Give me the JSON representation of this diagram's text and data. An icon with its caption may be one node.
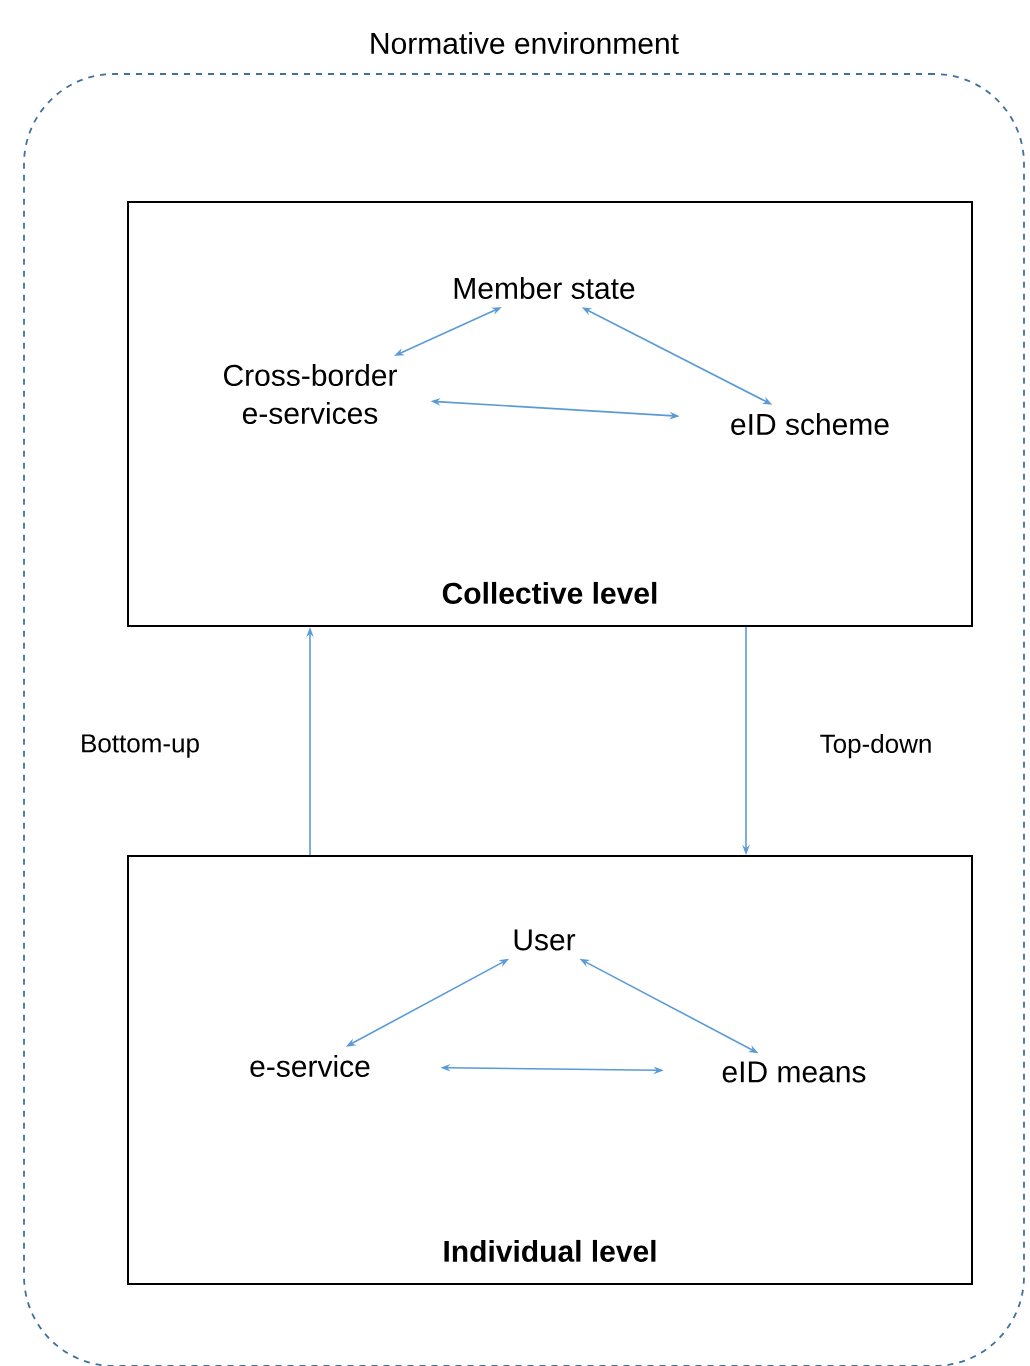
{
  "diagram": {
    "nodes": [
      {
        "text": [
          "Normative environment"
        ]
      },
      {
        "text": [
          "Collective level"
        ],
        "in": 0
      },
      {
        "text": [
          "Member state"
        ],
        "in": 1
      },
      {
        "text": [
          "Cross-border e-services"
        ],
        "in": 1
      },
      {
        "text": [
          "eID scheme"
        ],
        "in": 1
      },
      {
        "text": [
          "Individual level"
        ],
        "in": 0
      },
      {
        "text": [
          "User"
        ],
        "in": 5
      },
      {
        "text": [
          "e-service"
        ],
        "in": 5
      },
      {
        "text": [
          "eID means"
        ],
        "in": 5
      }
    ],
    "edges": [
      {
        "from": 2,
        "to": 3,
        "arrow": "both"
      },
      {
        "from": 2,
        "to": 4,
        "arrow": "both"
      },
      {
        "from": 3,
        "to": 4,
        "arrow": "both"
      },
      {
        "from": 5,
        "to": 1,
        "arrow": "to",
        "label": "Bottom-up"
      },
      {
        "from": 1,
        "to": 5,
        "arrow": "to",
        "label": "Top-down"
      },
      {
        "from": 6,
        "to": 7,
        "arrow": "both"
      },
      {
        "from": 6,
        "to": 8,
        "arrow": "both"
      },
      {
        "from": 7,
        "to": 8,
        "arrow": "both"
      }
    ]
  }
}
